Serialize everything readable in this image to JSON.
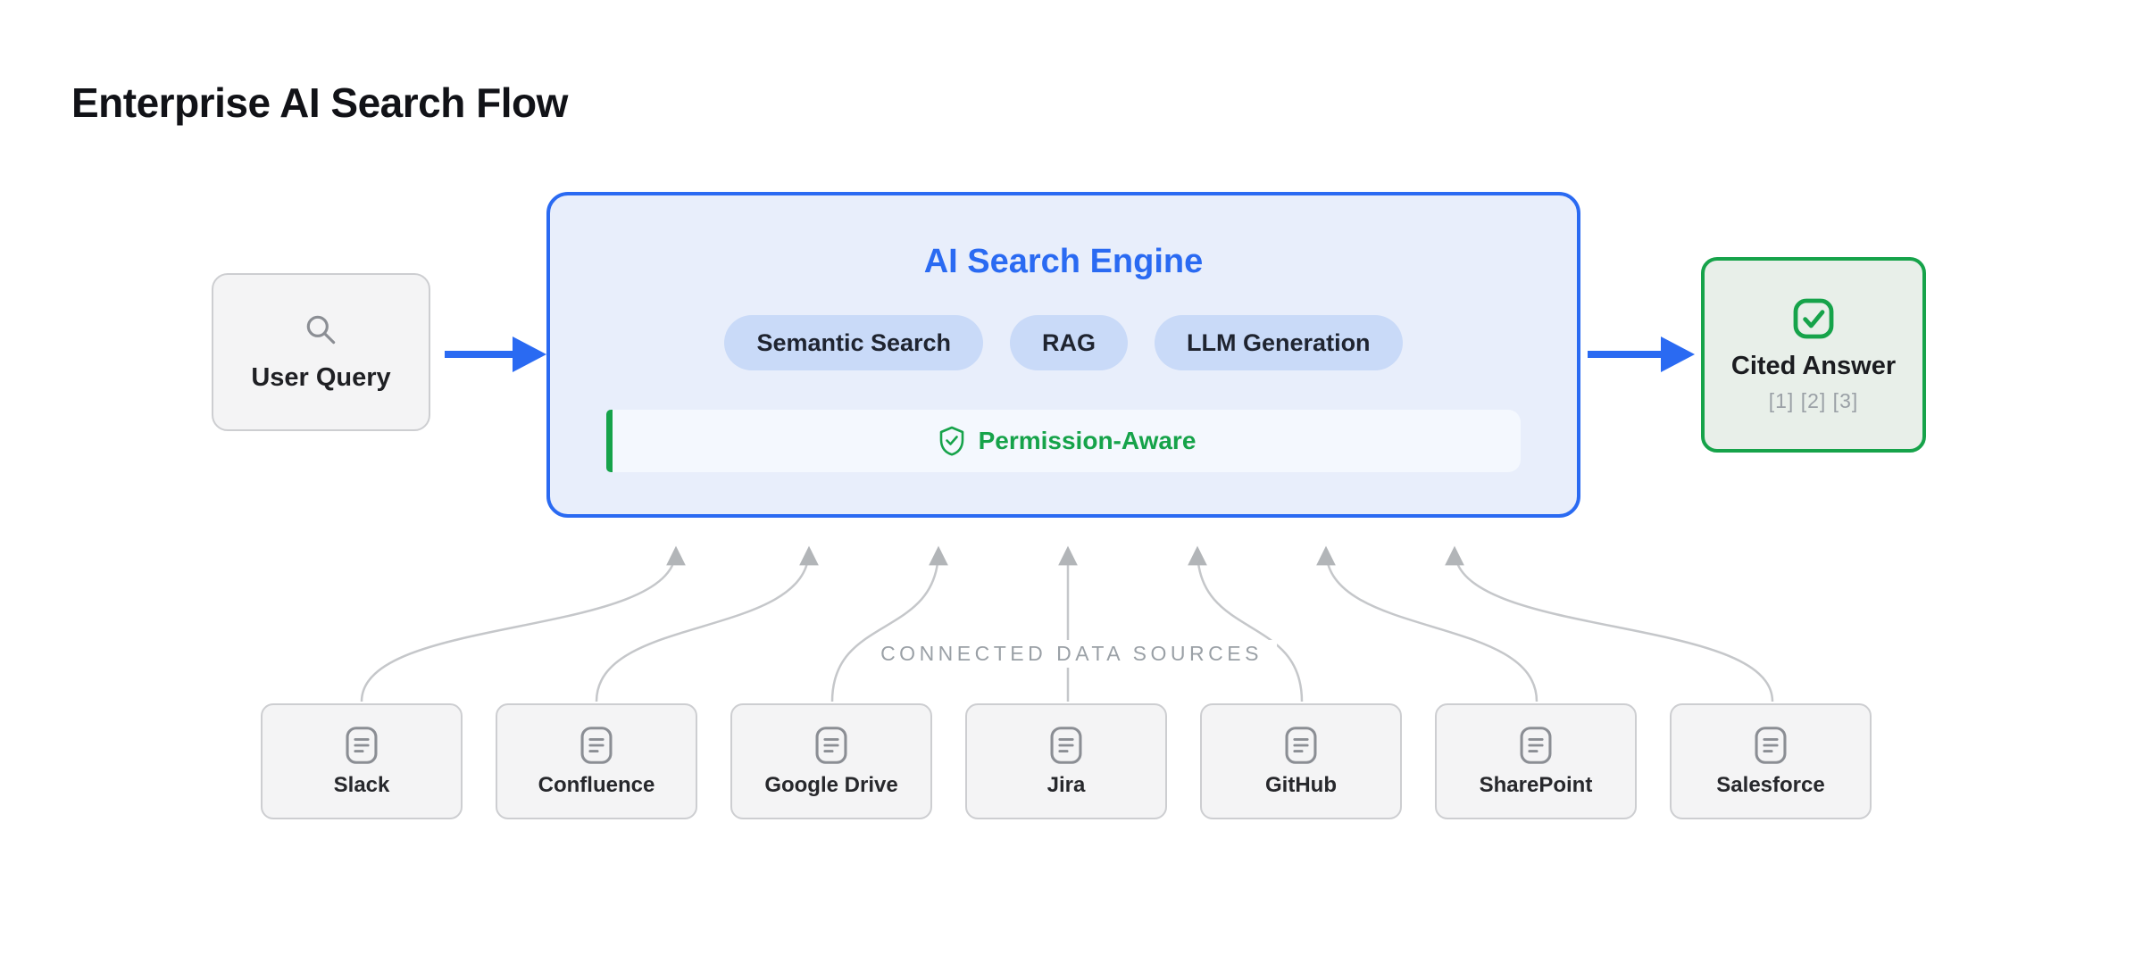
{
  "page": {
    "title": "Enterprise AI Search Flow"
  },
  "flow": {
    "user_query": {
      "label": "User Query",
      "icon": "search-icon"
    },
    "engine": {
      "title": "AI Search Engine",
      "pills": [
        "Semantic Search",
        "RAG",
        "LLM Generation"
      ],
      "badge": {
        "label": "Permission-Aware",
        "icon": "shield-check-icon"
      }
    },
    "cited_answer": {
      "label": "Cited Answer",
      "citations": "[1] [2] [3]",
      "icon": "checkbox-icon"
    }
  },
  "sources": {
    "heading": "CONNECTED DATA SOURCES",
    "items": [
      "Slack",
      "Confluence",
      "Google Drive",
      "Jira",
      "GitHub",
      "SharePoint",
      "Salesforce"
    ]
  },
  "colors": {
    "accent_blue": "#2a6af2",
    "engine_fill": "#e8eefb",
    "pill_fill": "#c9daf8",
    "permission_fill": "#f4f8fe",
    "green": "#16a34a",
    "cited_fill": "#e8efe9",
    "node_fill": "#f4f4f5",
    "node_border": "#cdced1",
    "connector_gray": "#c5c7ca",
    "muted_text": "#9aa0a6"
  }
}
